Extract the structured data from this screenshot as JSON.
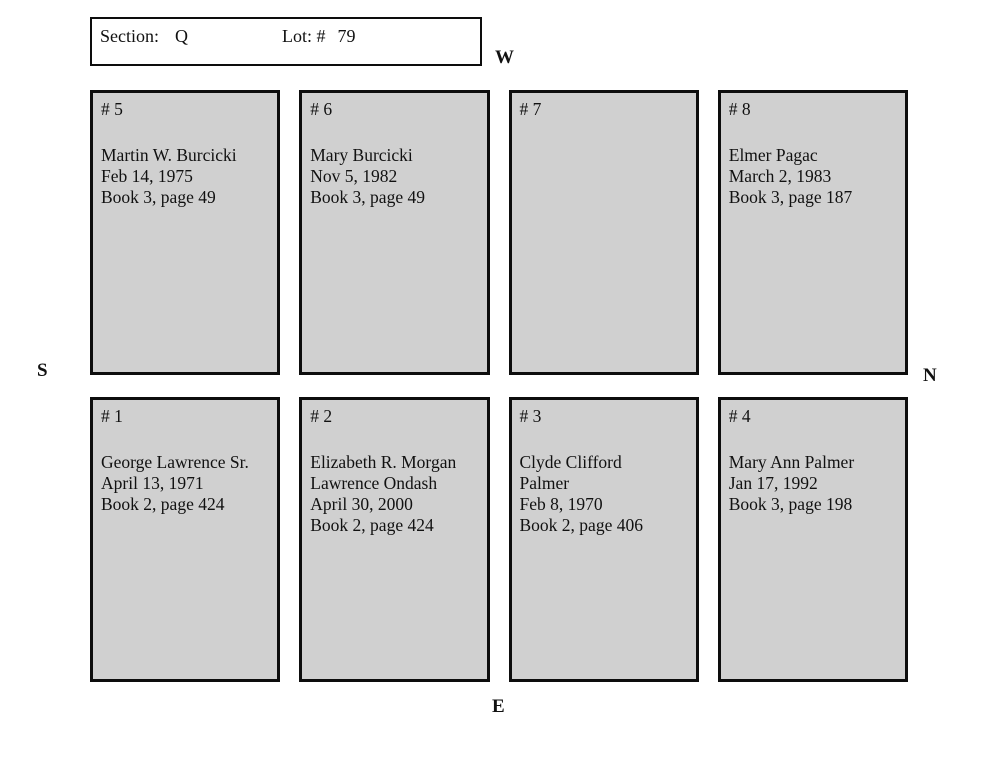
{
  "header": {
    "section_label": "Section:",
    "section_value": "Q",
    "lot_label": "Lot: #",
    "lot_value": "79"
  },
  "compass": {
    "west": "W",
    "south": "S",
    "north": "N",
    "east": "E"
  },
  "colors": {
    "plot_fill": "#d0d0d0",
    "border": "#0d0d0d",
    "background": "#ffffff"
  },
  "plots": [
    {
      "number": "# 5",
      "lines": [
        "Martin W. Burcicki",
        "Feb 14, 1975",
        "Book 3, page 49"
      ]
    },
    {
      "number": "# 6",
      "lines": [
        "Mary Burcicki",
        "Nov 5, 1982",
        "Book 3, page 49"
      ]
    },
    {
      "number": "# 7",
      "lines": []
    },
    {
      "number": "# 8",
      "lines": [
        "Elmer Pagac",
        "March 2, 1983",
        "Book 3, page 187"
      ]
    },
    {
      "number": "# 1",
      "lines": [
        "George Lawrence Sr.",
        "April 13, 1971",
        "Book 2, page 424"
      ]
    },
    {
      "number": "# 2",
      "lines": [
        "Elizabeth R. Morgan",
        "Lawrence Ondash",
        "April 30, 2000",
        "Book 2, page 424"
      ]
    },
    {
      "number": "# 3",
      "lines": [
        "Clyde Clifford",
        "Palmer",
        "Feb 8, 1970",
        "Book 2, page 406"
      ]
    },
    {
      "number": "# 4",
      "lines": [
        "Mary Ann Palmer",
        "Jan 17, 1992",
        "Book 3, page 198"
      ]
    }
  ]
}
